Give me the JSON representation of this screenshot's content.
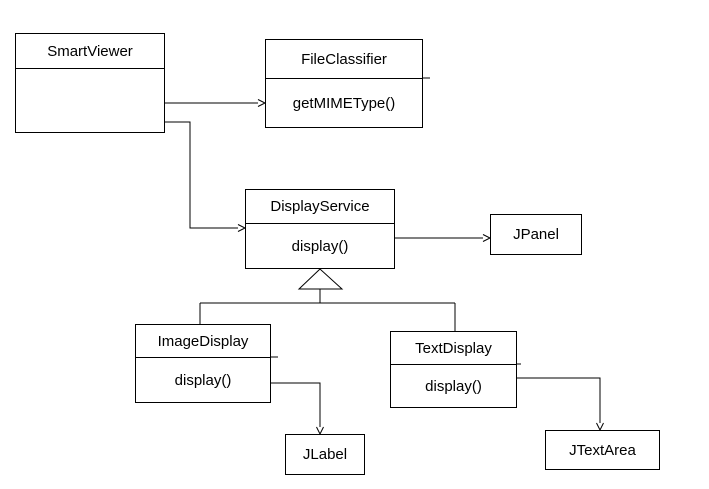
{
  "diagram": {
    "kind": "uml-class-diagram",
    "background_color": "#ffffff",
    "line_color": "#000000",
    "text_color": "#000000",
    "classes": [
      {
        "name": "SmartViewer",
        "method": ""
      },
      {
        "name": "FileClassifier",
        "method": "getMIMEType()"
      },
      {
        "name": "DisplayService",
        "method": "display()"
      },
      {
        "name": "JPanel",
        "method": ""
      },
      {
        "name": "ImageDisplay",
        "method": "display()"
      },
      {
        "name": "TextDisplay",
        "method": "display()"
      },
      {
        "name": "JLabel",
        "method": ""
      },
      {
        "name": "JTextArea",
        "method": ""
      }
    ],
    "relationships": [
      {
        "from": "SmartViewer",
        "to": "FileClassifier",
        "type": "association-arrow"
      },
      {
        "from": "SmartViewer",
        "to": "DisplayService",
        "type": "association-arrow"
      },
      {
        "from": "DisplayService",
        "to": "JPanel",
        "type": "association-arrow"
      },
      {
        "from": "ImageDisplay",
        "to": "DisplayService",
        "type": "generalization"
      },
      {
        "from": "TextDisplay",
        "to": "DisplayService",
        "type": "generalization"
      },
      {
        "from": "ImageDisplay",
        "to": "JLabel",
        "type": "association-arrow"
      },
      {
        "from": "TextDisplay",
        "to": "JTextArea",
        "type": "association-arrow"
      }
    ]
  }
}
